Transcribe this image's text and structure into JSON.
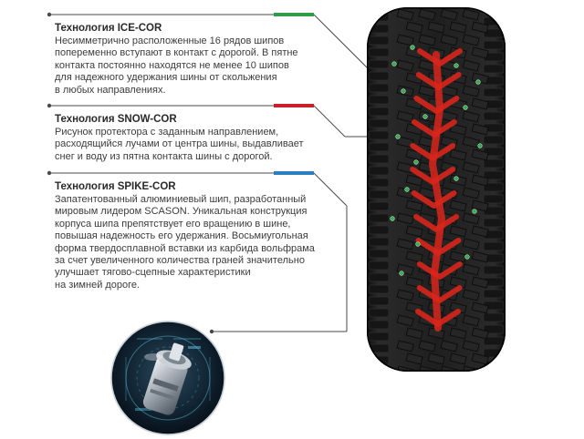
{
  "technologies": [
    {
      "title": "Технология ICE-COR",
      "accent": "#2e9e46",
      "lines": [
        "Несимметрично расположенные  16 рядов шипов",
        "попеременно вступают в контакт с дорогой. В пятне",
        "контакта постоянно находятся не менее 10 шипов",
        "для надежного удержания шины от скольжения",
        "в любых направлениях."
      ]
    },
    {
      "title": "Технология SNOW-COR",
      "accent": "#c8202a",
      "lines": [
        "Рисунок протектора с заданным направлением,",
        "расходящийся лучами от центра шины, выдавливает",
        "снег и воду из пятна контакта шины с дорогой."
      ]
    },
    {
      "title": "Технология SPIKE-COR",
      "accent": "#2a7fc0",
      "lines": [
        "Запатентованный алюминиевый шип, разработанный",
        "мировым лидером SCASON. Уникальная конструкция",
        "корпуса шипа препятствует его вращению в шине,",
        "повышая надежность его удержания. Восьмиугольная",
        "форма твердосплавной вставки из карбида вольфрама",
        "за счет увеличенного количества граней значительно",
        "улучшает тягово-сцепные характеристики",
        "на зимней дороге."
      ]
    }
  ],
  "colors": {
    "line": "#4a4a4a",
    "tire": "#1c1c1c",
    "snow_groove": "#d9261c",
    "stud": "#3aa84e",
    "lens_bg": "#0f1f2c"
  },
  "icons": {
    "tire": "winter-tire-tread",
    "stud_zoom": "stud-closeup-lens"
  }
}
